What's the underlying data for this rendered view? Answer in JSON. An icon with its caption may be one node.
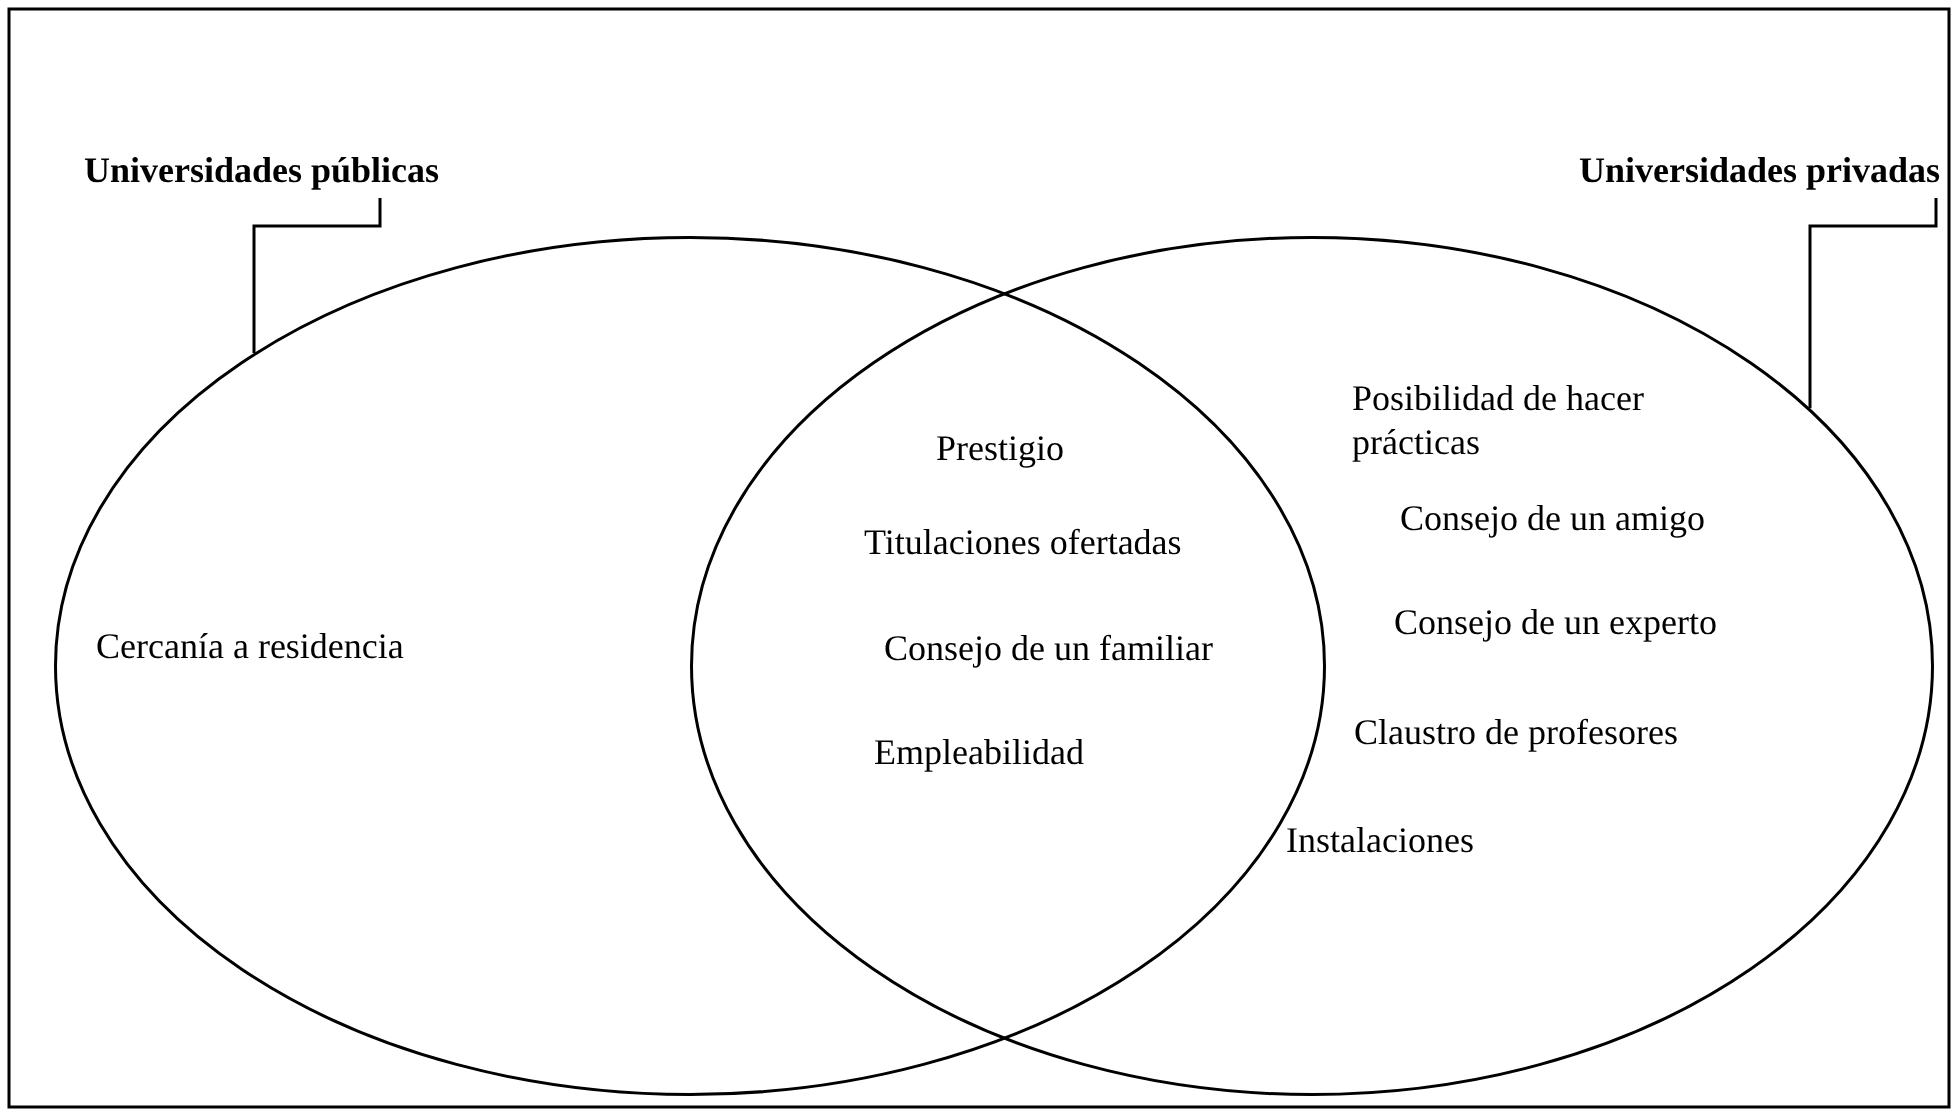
{
  "diagram": {
    "nodes": [
      {
        "text": [
          "Universidades públicas"
        ]
      },
      {
        "text": [
          "Cercanía a residencia"
        ]
      },
      {
        "text": [
          "Universidades privadas"
        ]
      },
      {
        "text": [
          "Posibilidad de hacer prácticas",
          "Consejo de un amigo",
          "Consejo de un experto",
          "Claustro de profesores",
          "Instalaciones"
        ]
      }
    ],
    "edges": [
      {
        "from": 0,
        "to": 1,
        "arrow": "none"
      },
      {
        "from": 2,
        "to": 3,
        "arrow": "none"
      }
    ],
    "labels": [
      "Prestigio",
      "Titulaciones ofertadas",
      "Consejo de un familiar",
      "Empleabilidad"
    ]
  }
}
